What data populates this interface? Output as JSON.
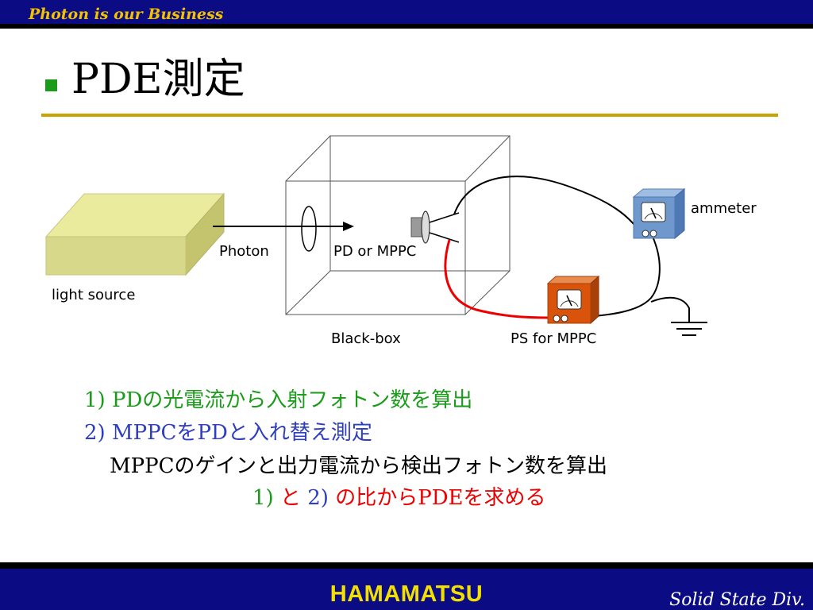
{
  "header": {
    "tagline": "Photon is our Business"
  },
  "slide": {
    "title": "PDE測定"
  },
  "diagram": {
    "photon_label": "Photon",
    "detector_label": "PD or MPPC",
    "light_source_label": "light source",
    "box_label": "Black-box",
    "ammeter_label": "ammeter",
    "ps_label": "PS for MPPC"
  },
  "steps": {
    "line1": {
      "num": "1) PD",
      "text": "の光電流から入射フォトン数を算出"
    },
    "line2": {
      "num": "2) MPPC",
      "text1": "を",
      "pd": "PD",
      "text2": "と入れ替え測定"
    },
    "line3": {
      "mppc": "MPPC",
      "text": "のゲインと出力電流から検出フォトン数を算出"
    },
    "line4": {
      "a": "1) ",
      "to": "と",
      "b": " 2) ",
      "text1": "の比から",
      "pde": "PDE",
      "text2": "を求める"
    }
  },
  "footer": {
    "brand": "HAMAMATSU",
    "division": "Solid State Div."
  },
  "colors": {
    "bar_blue": "#0b0b84",
    "tagline_yellow": "#f2c200",
    "accent_green": "#1a9b1a",
    "rule_gold": "#c8a400",
    "text_blue": "#2f3fbf",
    "text_red": "#ee0000",
    "ammeter_blue": "#6f98cc",
    "ps_orange": "#d9540a",
    "light_source_yellow": "#d8d88a"
  }
}
